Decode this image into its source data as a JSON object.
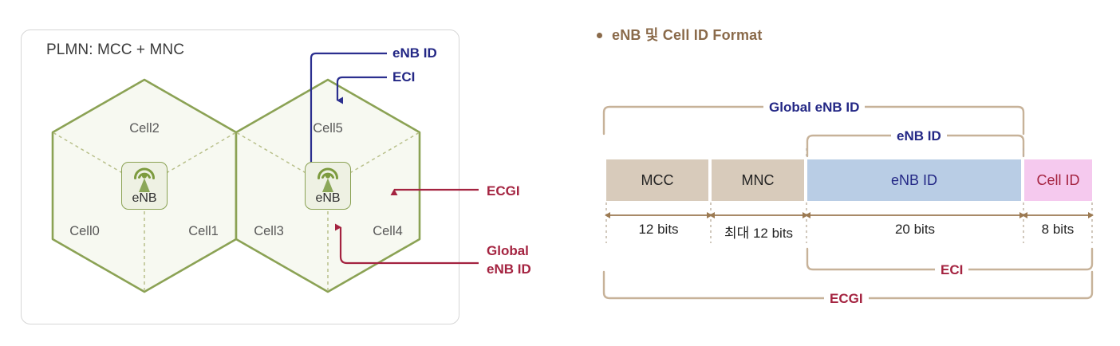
{
  "left_panel": {
    "plmn_title": "PLMN: MCC + MNC",
    "cells": [
      {
        "id": "cell0",
        "label": "Cell0"
      },
      {
        "id": "cell1",
        "label": "Cell1"
      },
      {
        "id": "cell2",
        "label": "Cell2"
      },
      {
        "id": "cell3",
        "label": "Cell3"
      },
      {
        "id": "cell4",
        "label": "Cell4"
      },
      {
        "id": "cell5",
        "label": "Cell5"
      }
    ],
    "enb_left_label": "eNB",
    "enb_right_label": "eNB",
    "annotations": [
      {
        "id": "enb-id",
        "label": "eNB ID",
        "color": "#232785"
      },
      {
        "id": "eci",
        "label": "ECI",
        "color": "#232785"
      },
      {
        "id": "ecgi",
        "label": "ECGI",
        "color": "#a42340"
      },
      {
        "id": "global-enb-id-line1",
        "label": "Global",
        "color": "#a42340"
      },
      {
        "id": "global-enb-id-line2",
        "label": "eNB ID",
        "color": "#a42340"
      }
    ],
    "colors": {
      "hex_stroke": "#8ba254",
      "hex_fill": "#f7f9f1",
      "sector_dash": "#b9c08b",
      "panel_border": "#d6d6d6",
      "blue_arrow": "#2b2f8f",
      "red_arrow": "#a42340"
    }
  },
  "right_diagram": {
    "bullet_title": "eNB 및 Cell ID Format",
    "bullet_color": "#8a6a4a",
    "segments": [
      {
        "id": "mcc",
        "label": "MCC",
        "bits": "12 bits",
        "fill": "#d8cbbb",
        "text_color": "#232323"
      },
      {
        "id": "mnc",
        "label": "MNC",
        "bits": "최대 12 bits",
        "fill": "#d8cbbb",
        "text_color": "#232323"
      },
      {
        "id": "enbid",
        "label": "eNB ID",
        "bits": "20 bits",
        "fill": "#b9cde5",
        "text_color": "#232785"
      },
      {
        "id": "cellid",
        "label": "Cell ID",
        "bits": "8 bits",
        "fill": "#f5c9ee",
        "text_color": "#a42340"
      }
    ],
    "brackets": [
      {
        "id": "global-enb-id",
        "label": "Global eNB ID",
        "color": "#232785",
        "position": "top",
        "spans": [
          "mcc",
          "mnc",
          "enbid"
        ]
      },
      {
        "id": "enb-id",
        "label": "eNB ID",
        "color": "#232785",
        "position": "top",
        "spans": [
          "enbid"
        ]
      },
      {
        "id": "eci",
        "label": "ECI",
        "color": "#a42340",
        "position": "bottom",
        "spans": [
          "enbid",
          "cellid"
        ]
      },
      {
        "id": "ecgi",
        "label": "ECGI",
        "color": "#a42340",
        "position": "bottom",
        "spans": [
          "mcc",
          "mnc",
          "enbid",
          "cellid"
        ]
      }
    ],
    "bracket_stroke": "#c7b299",
    "arrow_stroke": "#9c7a52"
  }
}
